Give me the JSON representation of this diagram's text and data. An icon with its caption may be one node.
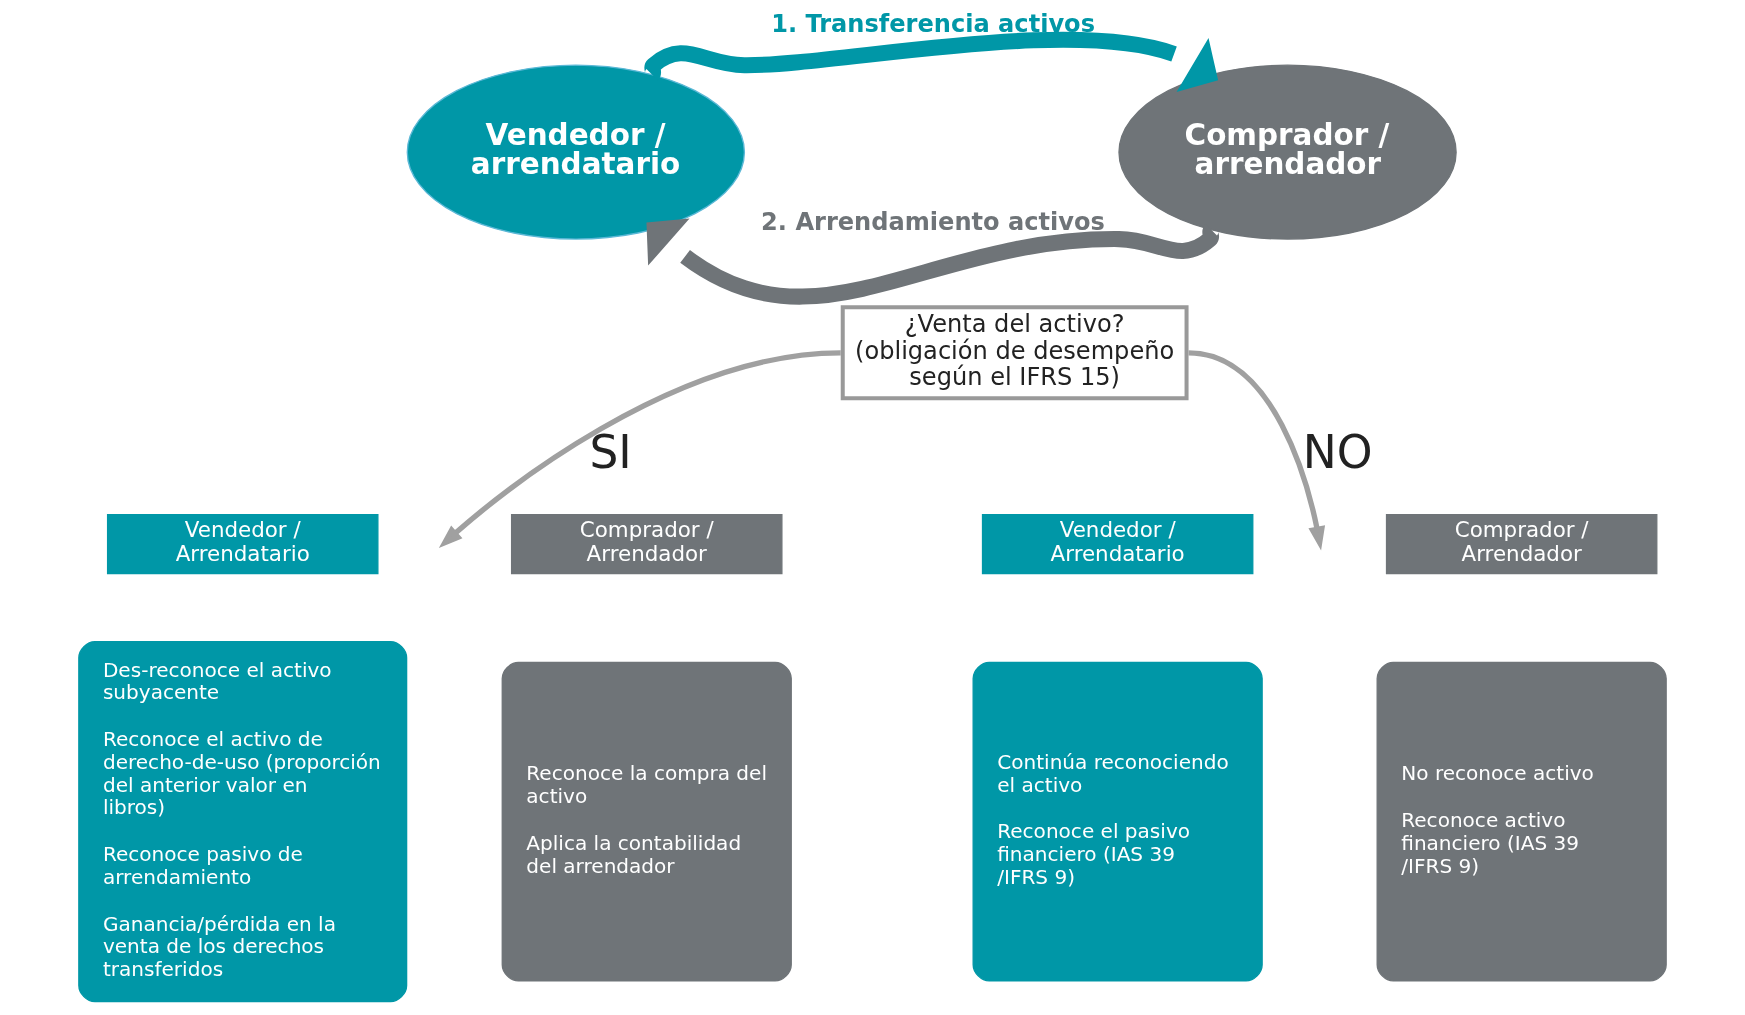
{
  "diagram": {
    "nodes": [
      {
        "text": [
          "Vendedor / arrendatario"
        ]
      },
      {
        "text": [
          "Comprador / arrendador"
        ]
      },
      {
        "text": [
          "¿Venta del activo? (obligación de desempeño según el IFRS 15)"
        ]
      },
      {
        "text": [
          "Vendedor / Arrendatario"
        ]
      },
      {
        "text": [
          "Des-reconoce el activo subyacente",
          "Reconoce el activo de derecho-de-uso (proporción del anterior valor en libros)",
          "Reconoce pasivo de arrendamiento",
          "Ganancia/pérdida en la venta de los derechos transferidos"
        ]
      },
      {
        "text": [
          "Comprador / Arrendador"
        ]
      },
      {
        "text": [
          "Reconoce la compra del activo",
          "Aplica la contabilidad del arrendador"
        ]
      },
      {
        "text": [
          "Vendedor / Arrendatario"
        ]
      },
      {
        "text": [
          "Continúa reconociendo el activo",
          "Reconoce el pasivo financiero (IAS 39 /IFRS 9)"
        ]
      },
      {
        "text": [
          "Comprador / Arrendador"
        ]
      },
      {
        "text": [
          "No reconoce activo",
          "Reconoce activo financiero (IAS 39 /IFRS 9)"
        ]
      }
    ],
    "edges": [
      {
        "from": 0,
        "to": 1,
        "arrow": "to",
        "label": "1. Transferencia activos",
        "style": "thick",
        "color": "#0097a7"
      },
      {
        "from": 1,
        "to": 0,
        "arrow": "to",
        "label": "2. Arrendamiento activos",
        "style": "thick",
        "color": "#6f7478"
      },
      {
        "from": 2,
        "to": null,
        "arrow": "to",
        "label": "SI"
      },
      {
        "from": 2,
        "to": null,
        "arrow": "to",
        "label": "NO"
      }
    ]
  }
}
